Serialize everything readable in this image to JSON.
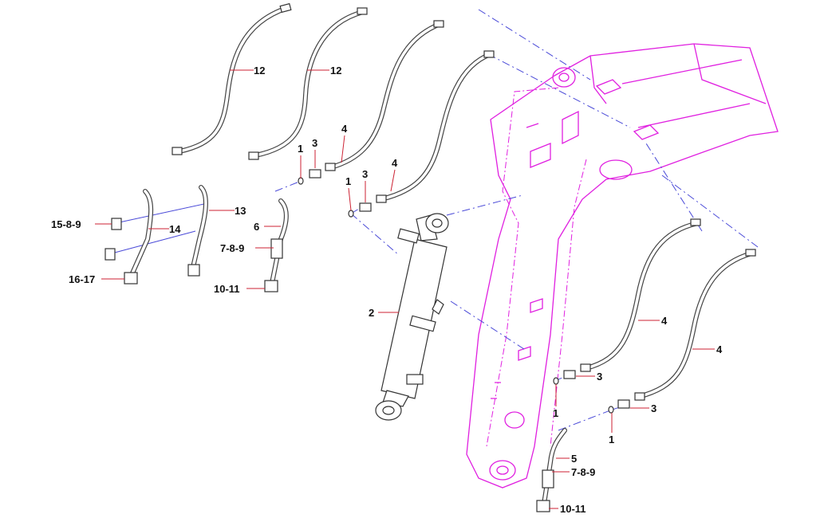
{
  "diagram": {
    "title": "Boom cylinder hydraulic piping exploded view",
    "labels": {
      "hose_12_a": "12",
      "hose_12_b": "12",
      "oring_1_a": "1",
      "adapter_3_a": "3",
      "hose_4_a": "4",
      "oring_1_b": "1",
      "adapter_3_b": "3",
      "hose_4_b": "4",
      "pipe_13": "13",
      "clamp_15_8_9": "15-8-9",
      "pipe_14": "14",
      "pipe_6": "6",
      "clamp_7_8_9_a": "7-8-9",
      "flange_16_17": "16-17",
      "flange_10_11_a": "10-11",
      "cylinder_2": "2",
      "hose_4_c": "4",
      "hose_4_d": "4",
      "adapter_3_c": "3",
      "oring_1_c": "1",
      "adapter_3_d": "3",
      "oring_1_d": "1",
      "pipe_5": "5",
      "clamp_7_8_9_b": "7-8-9",
      "flange_10_11_b": "10-11"
    },
    "colors": {
      "boom": "#e020e0",
      "centerline": "#4a4ad8",
      "leader": "#cc2233"
    }
  }
}
